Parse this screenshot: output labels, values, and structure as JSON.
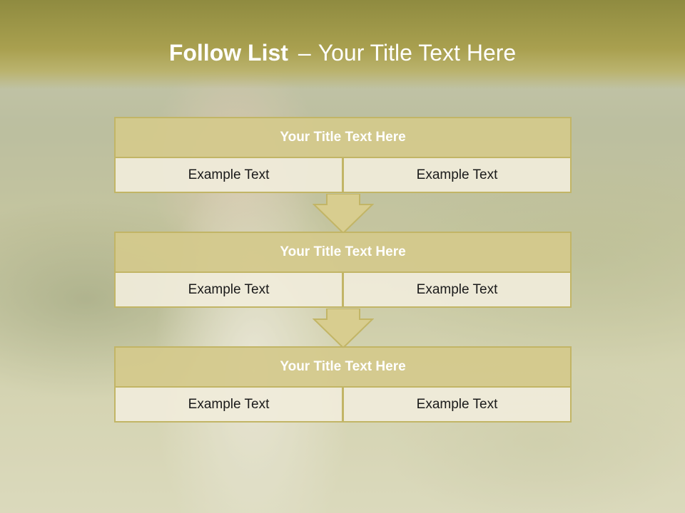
{
  "slide": {
    "title_bold": "Follow List",
    "title_dash": "–",
    "title_rest": "Your Title Text Here"
  },
  "steps": [
    {
      "title": "Your Title Text Here",
      "left": "Example Text",
      "right": "Example Text"
    },
    {
      "title": "Your Title Text Here",
      "left": "Example Text",
      "right": "Example Text"
    },
    {
      "title": "Your Title Text Here",
      "left": "Example Text",
      "right": "Example Text"
    }
  ],
  "colors": {
    "title_band": "#a39a4a",
    "block_title_fill": "#d4c98c",
    "block_border": "#c2b566",
    "cell_fill": "#f0ecda",
    "arrow_fill": "#d8cd8f"
  }
}
